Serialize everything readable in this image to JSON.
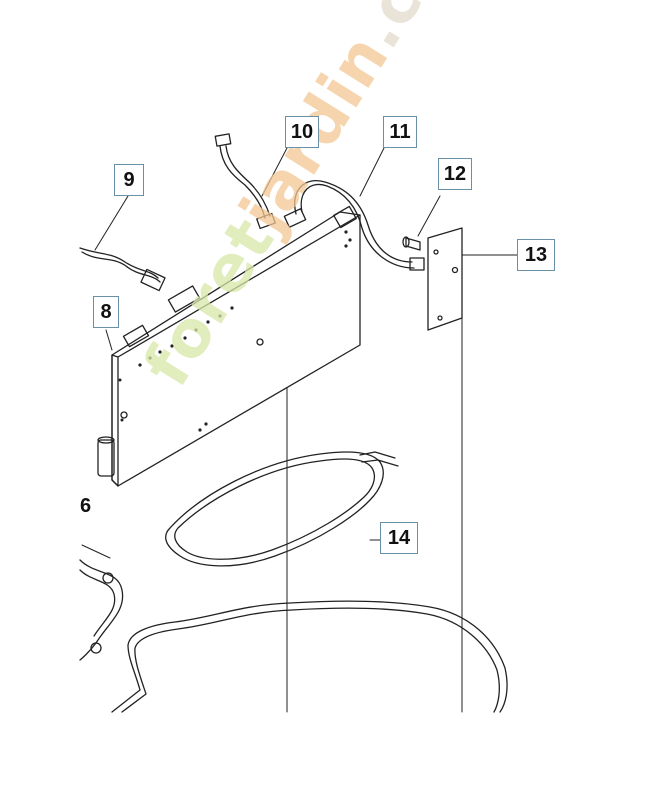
{
  "callouts": {
    "c8": "8",
    "c9": "9",
    "c10": "10",
    "c11": "11",
    "c12": "12",
    "c13": "13",
    "c14": "14",
    "c6_partial": "6"
  },
  "watermark": {
    "part1": "foret",
    "part2": "jardin",
    "part3": ".com",
    "colors": {
      "green": "#c6dd8a",
      "orange": "#f0b26a",
      "grey": "#d8cfbe"
    }
  }
}
